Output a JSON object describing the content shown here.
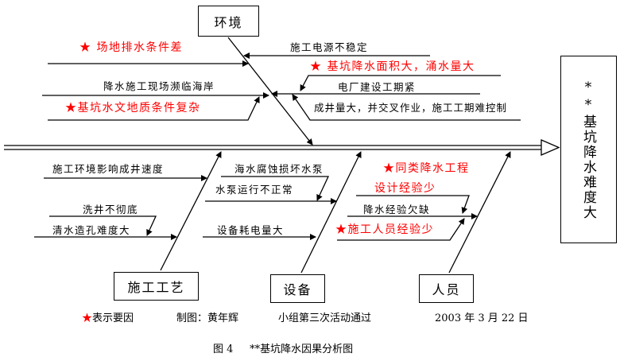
{
  "categories": {
    "environment": "环境",
    "process": "施工工艺",
    "equipment": "设备",
    "personnel": "人员"
  },
  "effect": "**基坑降水难度大",
  "causes": {
    "environment_left": [
      "★ 场地排水条件差",
      "降水施工现场濒临海岸",
      "★基坑水文地质条件复杂"
    ],
    "environment_right": [
      "施工电源不稳定",
      "★ 基坑降水面积大，涌水量大",
      "电厂建设工期紧",
      "成井量大，并交叉作业，施工工期难控制"
    ],
    "process": [
      "施工环境影响成井速度",
      "洗井不彻底",
      "清水造孔难度大"
    ],
    "equipment": [
      "海水腐蚀损坏水泵",
      "水泵运行不正常",
      "设备耗电量大"
    ],
    "personnel": [
      "★同类降水工程",
      "设计经验少",
      "降水经验欠缺",
      "★施工人员经验少"
    ]
  },
  "footer": {
    "legend": "★表示要因",
    "author": "制图：黄年辉",
    "approval": "小组第三次活动通过",
    "date": "2003 年 3 月 22 日"
  },
  "caption": "图 4     **基坑降水因果分析图",
  "colors": {
    "key_cause": "#ff0000",
    "line": "#000000"
  }
}
